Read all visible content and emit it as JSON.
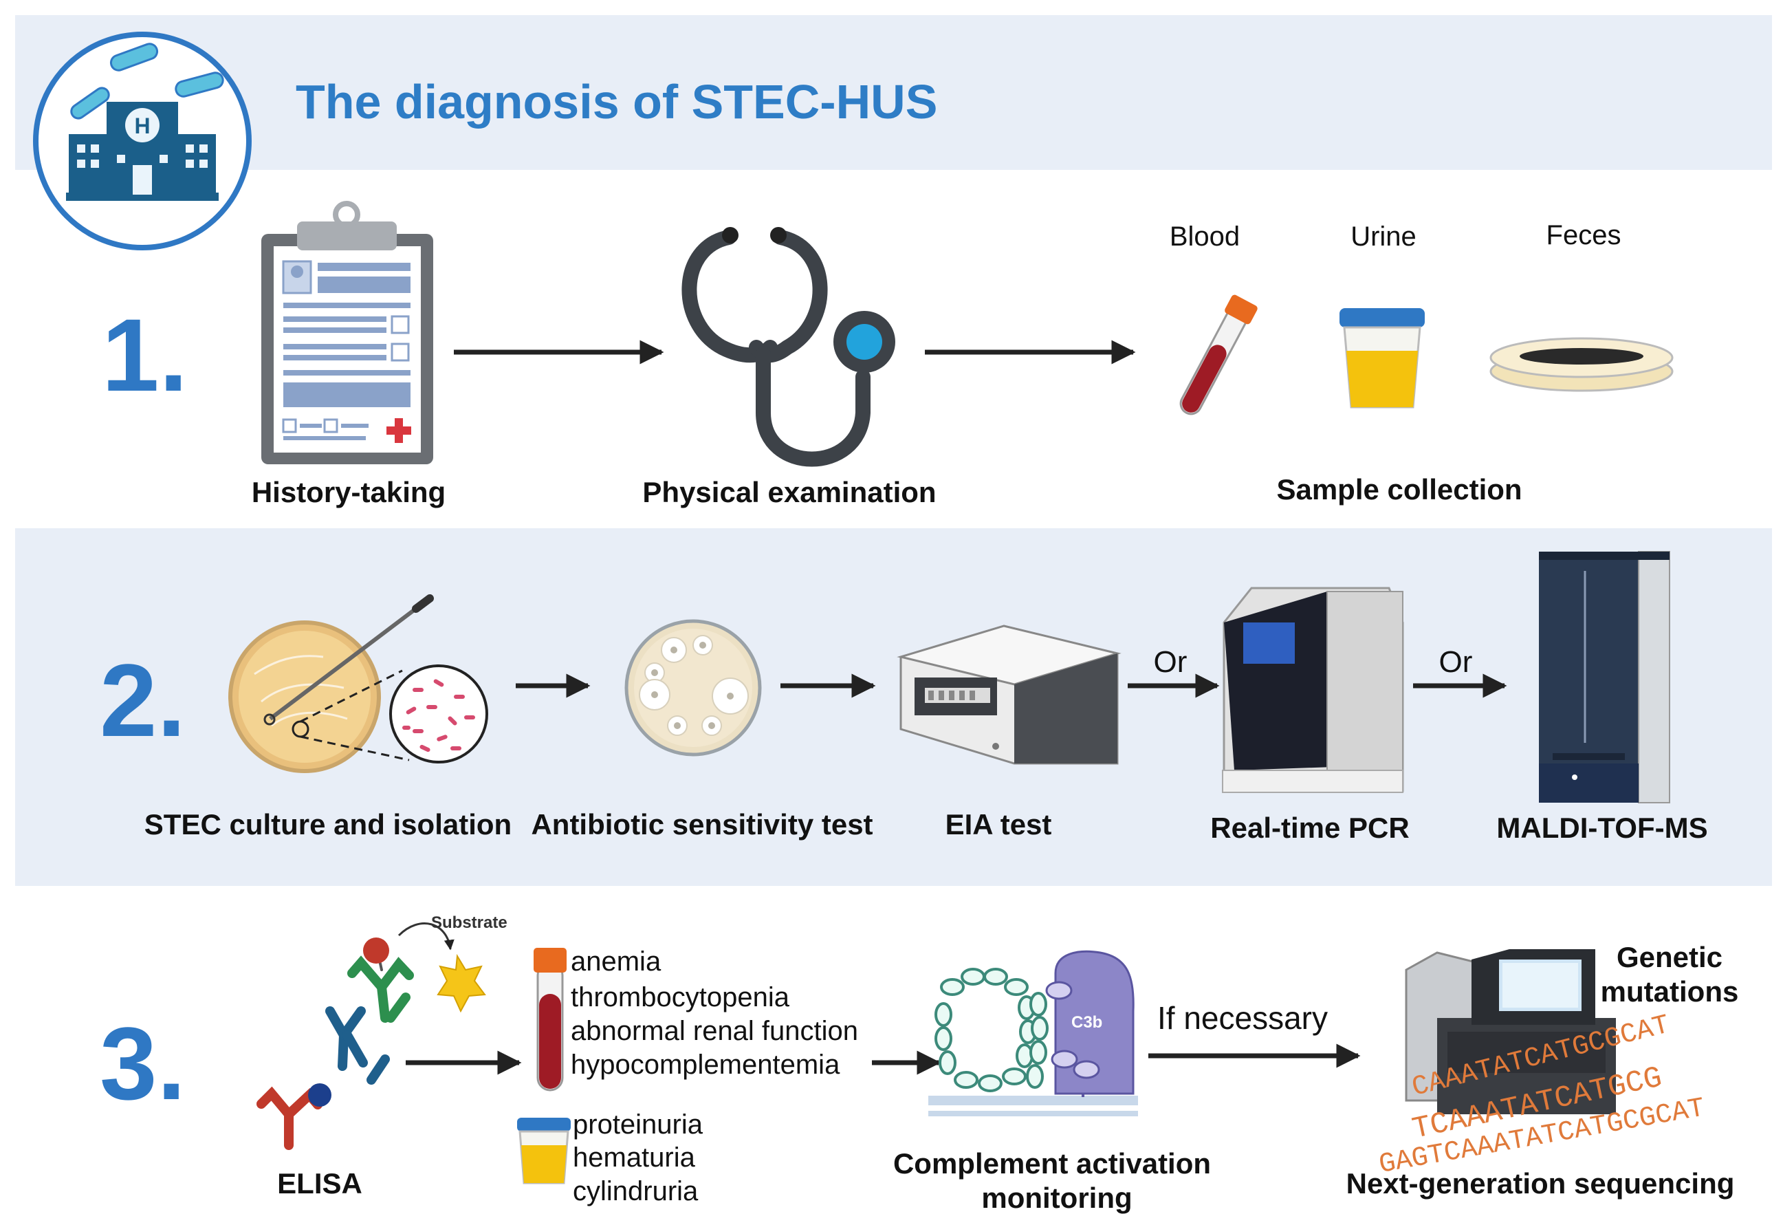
{
  "title": "The diagnosis of STEC-HUS",
  "colors": {
    "accent": "#2f78c4",
    "band": "#e8eef7"
  },
  "step1": {
    "number": "1.",
    "history": "History-taking",
    "physical": "Physical examination",
    "sample_types": [
      "Blood",
      "Urine",
      "Feces"
    ],
    "sample_collection": "Sample collection"
  },
  "step2": {
    "number": "2.",
    "culture": "STEC culture and isolation",
    "antibiotic": "Antibiotic sensitivity test",
    "eia": "EIA test",
    "or_1": "Or",
    "pcr": "Real-time PCR",
    "or_2": "Or",
    "maldi": "MALDI-TOF-MS"
  },
  "step3": {
    "number": "3.",
    "substrate": "Substrate",
    "elisa": "ELISA",
    "blood_findings": [
      "anemia",
      "thrombocytopenia",
      "abnormal renal function",
      "hypocomplementemia"
    ],
    "urine_findings": [
      "proteinuria",
      "hematuria",
      "cylindruria"
    ],
    "c3b": "C3b",
    "complement_line1": "Complement activation",
    "complement_line2": "monitoring",
    "if_necessary": "If necessary",
    "genetic_line1": "Genetic",
    "genetic_line2": "mutations",
    "sequences": [
      "CAAATATCATGCGCAT",
      "TCAAATATCATGCG",
      "GAGTCAAATATCATGCGCAT"
    ],
    "ngs": "Next-generation sequencing"
  }
}
